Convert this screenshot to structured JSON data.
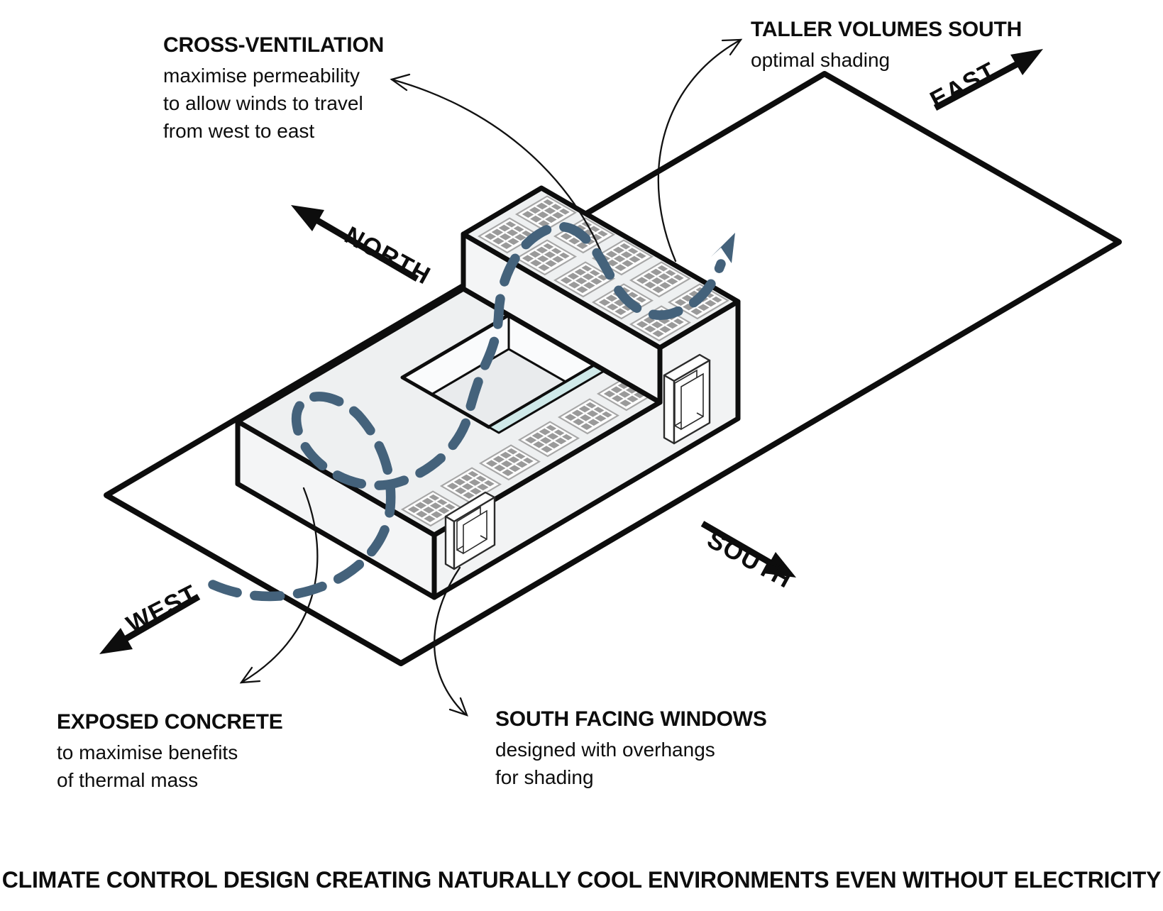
{
  "diagram": {
    "annotations": {
      "cross_ventilation": {
        "title": "CROSS-VENTILATION",
        "body": [
          "maximise permeability",
          "to allow winds to travel",
          "from west to east"
        ]
      },
      "taller_volumes": {
        "title": "TALLER VOLUMES SOUTH",
        "body": [
          "optimal shading"
        ]
      },
      "exposed_concrete": {
        "title": "EXPOSED CONCRETE",
        "body": [
          "to maximise benefits",
          "of thermal mass"
        ]
      },
      "south_windows": {
        "title": "SOUTH FACING WINDOWS",
        "body": [
          "designed with overhangs",
          "for shading"
        ]
      }
    },
    "compass": {
      "north": "NORTH",
      "east": "EAST",
      "south": "SOUTH",
      "west": "WEST"
    },
    "caption": "CLIMATE CONTROL DESIGN CREATING NATURALLY COOL ENVIRONMENTS EVEN WITHOUT ELECTRICITY",
    "colors": {
      "wind": "#44627b",
      "skylight": "#cfe9e9",
      "building_face": "#eef0f1",
      "building_face_light": "#f4f5f6",
      "panel_cell": "#9a9a9a",
      "panel_frame": "#a6a6a6",
      "line": "#0d0d0d"
    }
  }
}
